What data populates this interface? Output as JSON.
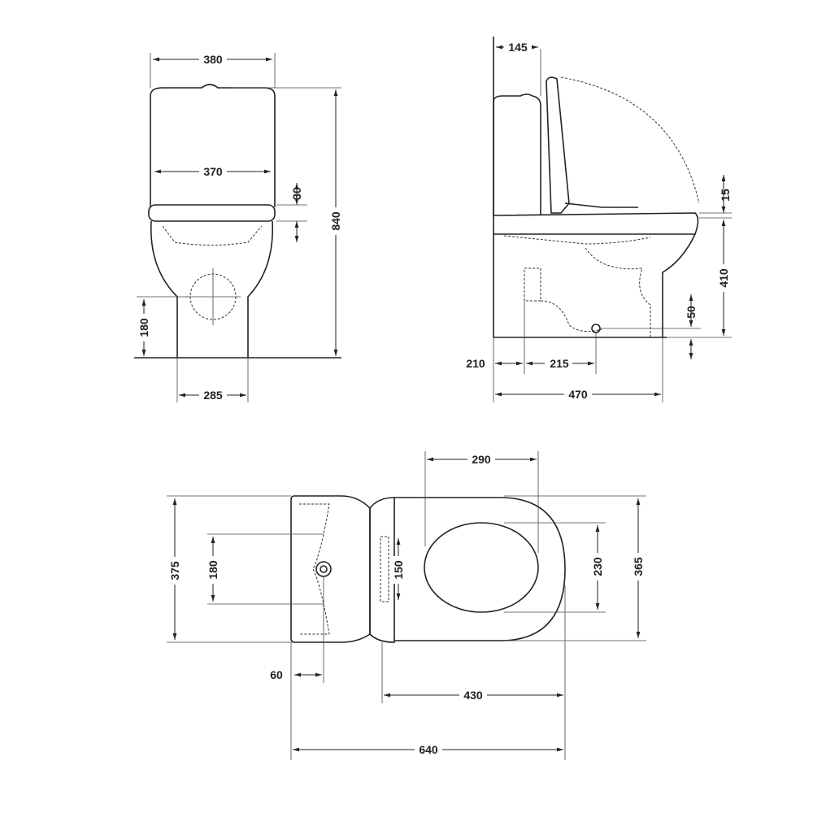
{
  "front_view": {
    "tank_width": "380",
    "seat_width": "370",
    "seat_height": "30",
    "total_height": "840",
    "outlet_height": "180",
    "base_width": "285"
  },
  "side_view": {
    "tank_depth": "145",
    "seat_gap": "15",
    "seat_height": "410",
    "outlet_center": "50",
    "wall_offset": "210",
    "outlet_distance": "215",
    "total_depth": "470"
  },
  "plan_view": {
    "seat_opening_length": "290",
    "total_width": "375",
    "fixing_spacing": "180",
    "hinge_spacing": "150",
    "opening_width": "230",
    "seat_width": "365",
    "inlet_offset": "60",
    "bowl_length": "430",
    "total_length": "640"
  }
}
